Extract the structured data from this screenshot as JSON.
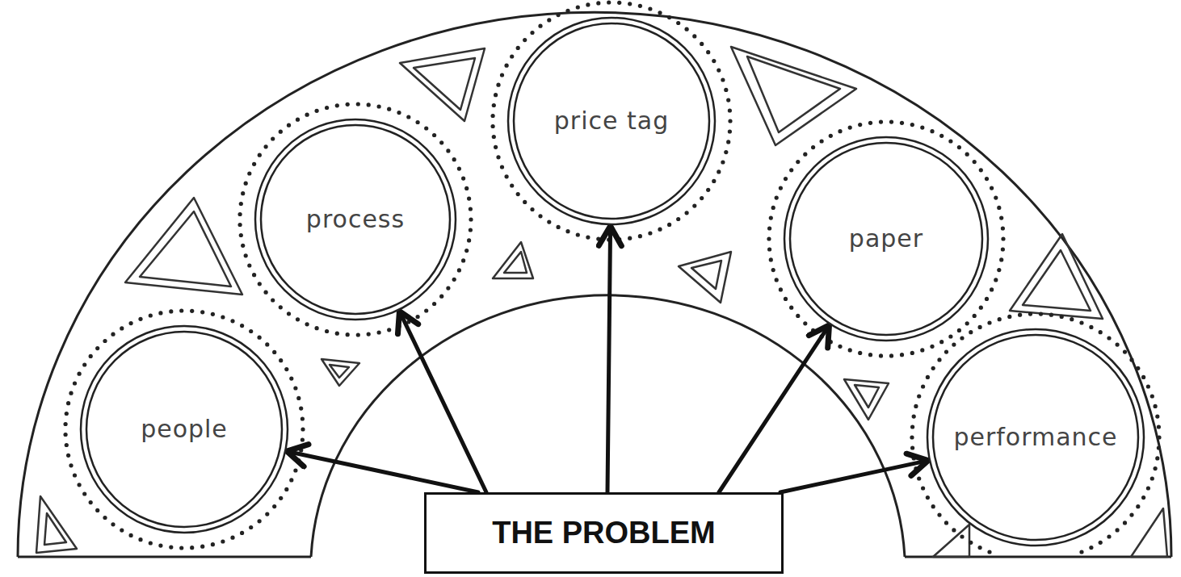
{
  "diagram": {
    "nodes": [
      {
        "text": [
          "people"
        ]
      },
      {
        "text": [
          "process"
        ]
      },
      {
        "text": [
          "price tag"
        ]
      },
      {
        "text": [
          "paper"
        ]
      },
      {
        "text": [
          "performance"
        ]
      },
      {
        "text": [
          "THE PROBLEM"
        ]
      }
    ],
    "edges": [
      {
        "from": 5,
        "to": 0,
        "arrow": "to"
      },
      {
        "from": 5,
        "to": 1,
        "arrow": "to"
      },
      {
        "from": 5,
        "to": 2,
        "arrow": "to"
      },
      {
        "from": 5,
        "to": 3,
        "arrow": "to"
      },
      {
        "from": 5,
        "to": 4,
        "arrow": "to"
      }
    ]
  }
}
